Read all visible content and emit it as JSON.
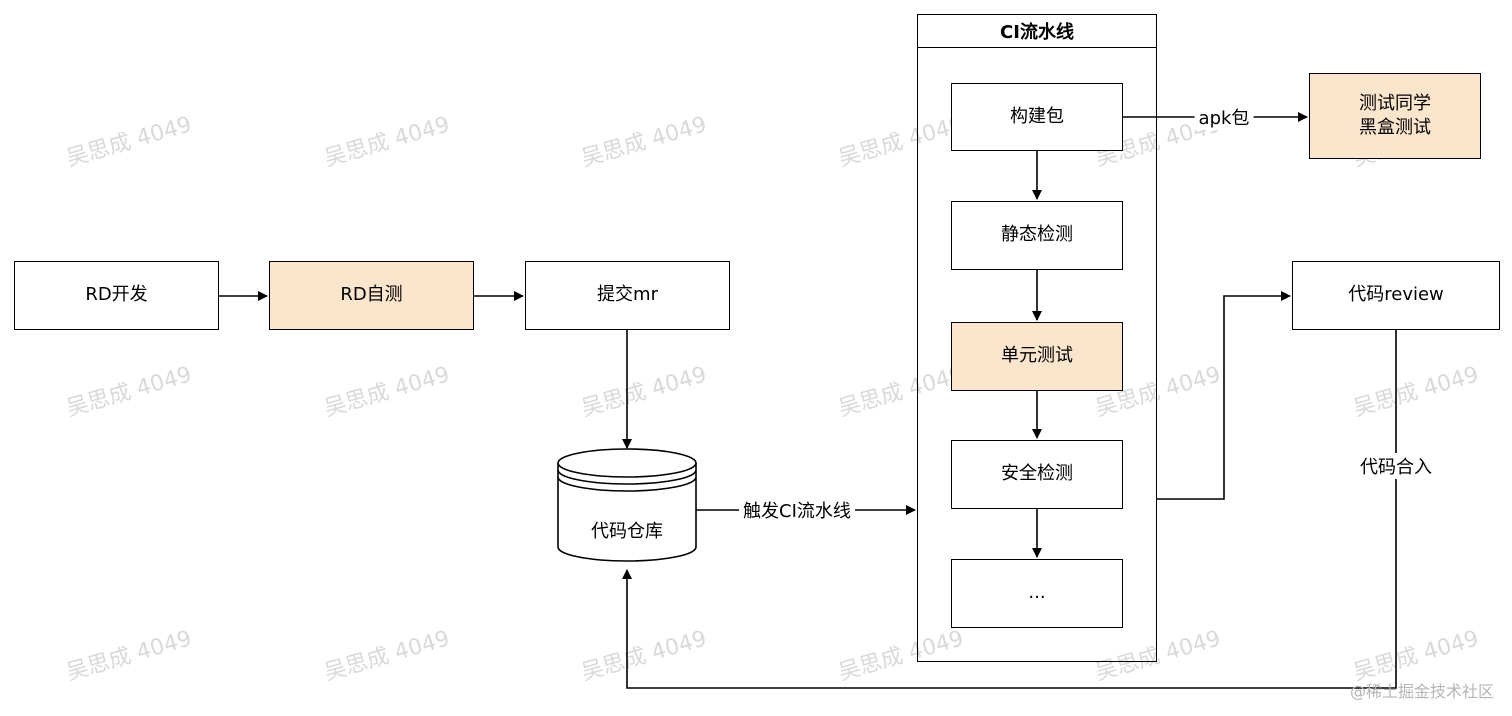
{
  "watermark": {
    "text": "吴思成 4049"
  },
  "nodes": {
    "rd_dev": "RD开发",
    "rd_selftest": "RD自测",
    "submit_mr": "提交mr",
    "code_repo": "代码仓库",
    "pipeline_title": "CI流水线",
    "build_pkg": "构建包",
    "static_check": "静态检测",
    "unit_test": "单元测试",
    "security_check": "安全检测",
    "more_steps": "...",
    "qa_blackbox_line1": "测试同学",
    "qa_blackbox_line2": "黑盒测试",
    "code_review": "代码review"
  },
  "edge_labels": {
    "trigger_ci": "触发CI流水线",
    "apk_pkg": "apk包",
    "code_merge": "代码合入"
  },
  "colors": {
    "highlight_fill": "#fbe5cc",
    "stroke": "#000000"
  },
  "footer": {
    "text": "@稀土掘金技术社区"
  }
}
